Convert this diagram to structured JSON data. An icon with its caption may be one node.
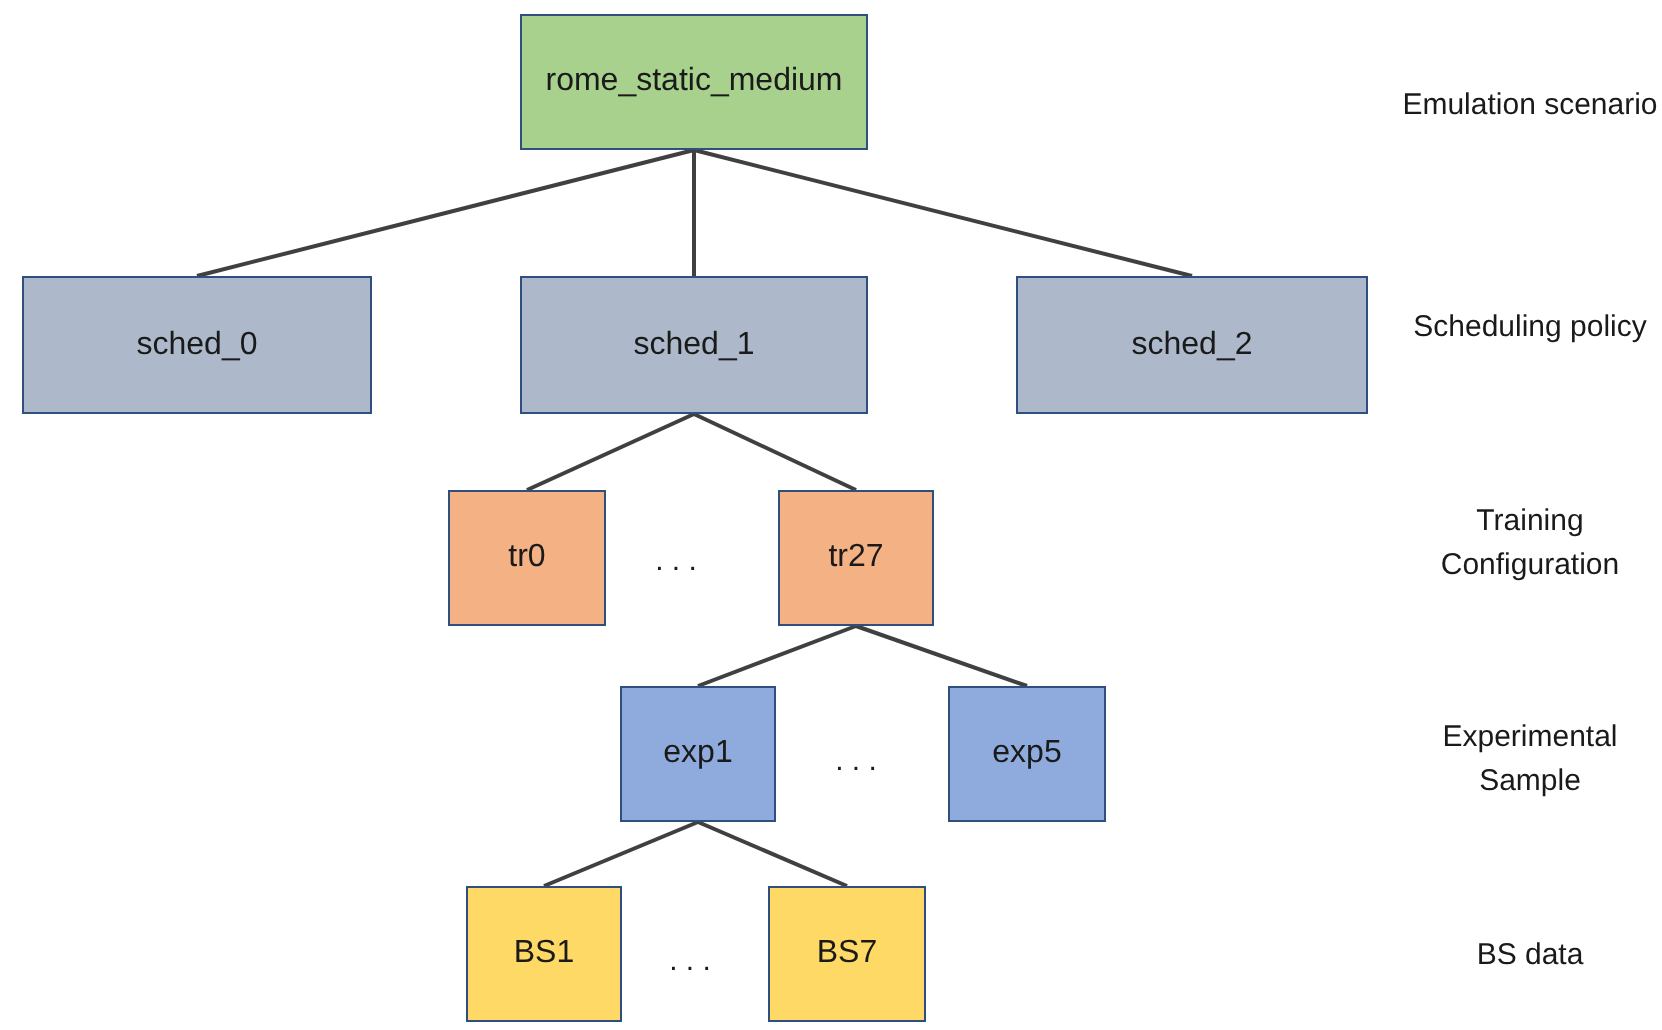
{
  "diagram": {
    "nodes": [
      {
        "text": [
          "rome_static_medium"
        ]
      },
      {
        "text": [
          "sched_0"
        ]
      },
      {
        "text": [
          "sched_1"
        ]
      },
      {
        "text": [
          "sched_2"
        ]
      },
      {
        "text": [
          "tr0"
        ]
      },
      {
        "text": [
          "tr27"
        ]
      },
      {
        "text": [
          "exp1"
        ]
      },
      {
        "text": [
          "exp5"
        ]
      },
      {
        "text": [
          "BS1"
        ]
      },
      {
        "text": [
          "BS7"
        ]
      }
    ],
    "edges": [
      {
        "from": 0,
        "to": 1,
        "arrow": "none"
      },
      {
        "from": 0,
        "to": 2,
        "arrow": "none"
      },
      {
        "from": 0,
        "to": 3,
        "arrow": "none"
      },
      {
        "from": 2,
        "to": 4,
        "arrow": "none"
      },
      {
        "from": 2,
        "to": 5,
        "arrow": "none"
      },
      {
        "from": 5,
        "to": 6,
        "arrow": "none"
      },
      {
        "from": 5,
        "to": 7,
        "arrow": "none"
      },
      {
        "from": 6,
        "to": 8,
        "arrow": "none"
      },
      {
        "from": 6,
        "to": 9,
        "arrow": "none"
      }
    ],
    "labels": [
      "Emulation scenario",
      "Scheduling policy",
      ". . .",
      "Training Configuration",
      ". . .",
      "Experimental Sample",
      ". . .",
      "BS data"
    ]
  }
}
